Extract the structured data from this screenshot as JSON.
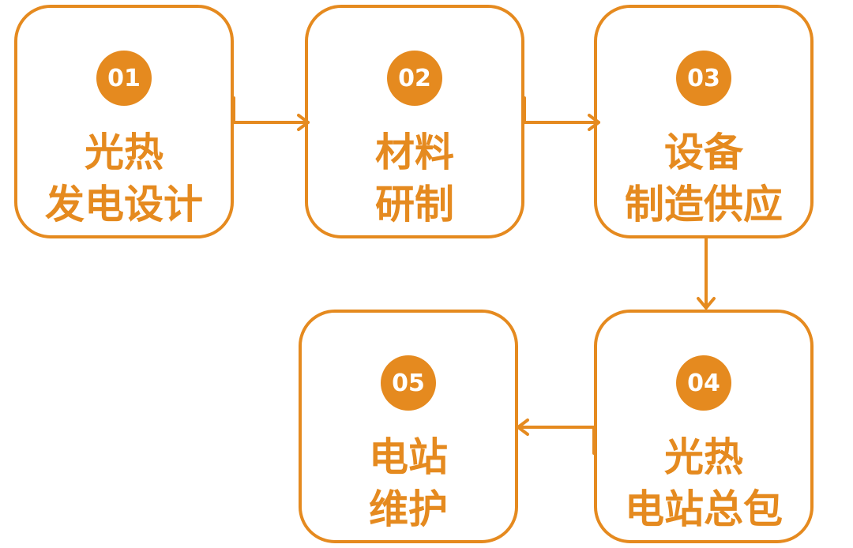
{
  "accent_color": "#E58A1F",
  "steps": [
    {
      "number": "01",
      "line1": "光热",
      "line2": "发电设计"
    },
    {
      "number": "02",
      "line1": "材料",
      "line2": "研制"
    },
    {
      "number": "03",
      "line1": "设备",
      "line2": "制造供应"
    },
    {
      "number": "04",
      "line1": "光热",
      "line2": "电站总包"
    },
    {
      "number": "05",
      "line1": "电站",
      "line2": "维护"
    }
  ],
  "flow": [
    [
      "01",
      "02"
    ],
    [
      "02",
      "03"
    ],
    [
      "03",
      "04"
    ],
    [
      "04",
      "05"
    ]
  ]
}
